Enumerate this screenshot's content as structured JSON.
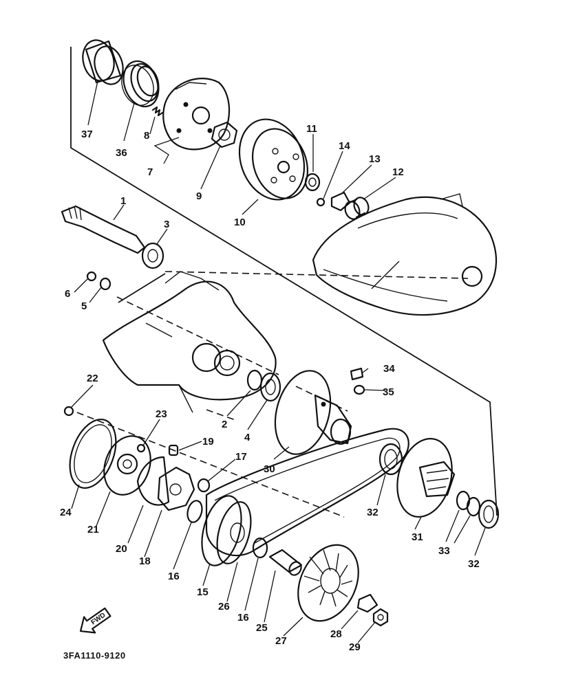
{
  "diagram_code": "3FA1110-9120",
  "arrow_label": "FWD",
  "parts": [
    {
      "id": "p37",
      "label": "37",
      "icon": "clutch-housing-cup"
    },
    {
      "id": "p36",
      "label": "36",
      "icon": "compression-spring"
    },
    {
      "id": "p8",
      "label": "8",
      "icon": "clutch-shoe-spring"
    },
    {
      "id": "p7",
      "label": "7",
      "icon": "clutch-carrier-assembly"
    },
    {
      "id": "p9",
      "label": "9",
      "icon": "hex-nut"
    },
    {
      "id": "p10",
      "label": "10",
      "icon": "clutch-drum"
    },
    {
      "id": "p11",
      "label": "11",
      "icon": "nut"
    },
    {
      "id": "p14",
      "label": "14",
      "icon": "screw"
    },
    {
      "id": "p13",
      "label": "13",
      "icon": "plate"
    },
    {
      "id": "p12",
      "label": "12",
      "icon": "collar"
    },
    {
      "id": "p1",
      "label": "1",
      "icon": "primary-shaft"
    },
    {
      "id": "p3",
      "label": "3",
      "icon": "bearing"
    },
    {
      "id": "p6",
      "label": "6",
      "icon": "bolt"
    },
    {
      "id": "p5",
      "label": "5",
      "icon": "washer"
    },
    {
      "id": "p22",
      "label": "22",
      "icon": "bolt"
    },
    {
      "id": "p23",
      "label": "23",
      "icon": "bolt"
    },
    {
      "id": "p19",
      "label": "19",
      "icon": "slider"
    },
    {
      "id": "p17",
      "label": "17",
      "icon": "weight-roller"
    },
    {
      "id": "p2",
      "label": "2",
      "icon": "circlip"
    },
    {
      "id": "p4",
      "label": "4",
      "icon": "oil-seal"
    },
    {
      "id": "p34",
      "label": "34",
      "icon": "pin"
    },
    {
      "id": "p35",
      "label": "35",
      "icon": "washer"
    },
    {
      "id": "p30",
      "label": "30",
      "icon": "secondary-sheave"
    },
    {
      "id": "p24",
      "label": "24",
      "icon": "gasket"
    },
    {
      "id": "p21",
      "label": "21",
      "icon": "cam-plate"
    },
    {
      "id": "p20",
      "label": "20",
      "icon": "cover"
    },
    {
      "id": "p18",
      "label": "18",
      "icon": "slider-holder"
    },
    {
      "id": "p16a",
      "label": "16",
      "icon": "bearing"
    },
    {
      "id": "p15",
      "label": "15",
      "icon": "primary-sliding-sheave"
    },
    {
      "id": "p26",
      "label": "26",
      "icon": "v-belt"
    },
    {
      "id": "p16b",
      "label": "16",
      "icon": "bearing"
    },
    {
      "id": "p25",
      "label": "25",
      "icon": "collar"
    },
    {
      "id": "p27",
      "label": "27",
      "icon": "primary-fixed-sheave-fan"
    },
    {
      "id": "p28",
      "label": "28",
      "icon": "washer"
    },
    {
      "id": "p29",
      "label": "29",
      "icon": "nut"
    },
    {
      "id": "p32a",
      "label": "32",
      "icon": "oil-seal"
    },
    {
      "id": "p31",
      "label": "31",
      "icon": "secondary-sliding-sheave"
    },
    {
      "id": "p33",
      "label": "33",
      "icon": "o-ring"
    },
    {
      "id": "p32b",
      "label": "32",
      "icon": "oil-seal"
    }
  ]
}
